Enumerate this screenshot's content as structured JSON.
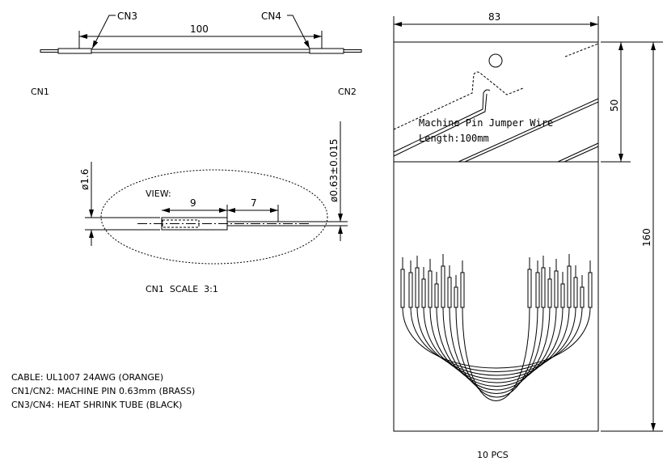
{
  "top_view": {
    "length_dim": "100",
    "cn3": "CN3",
    "cn4": "CN4",
    "cn1": "CN1",
    "cn2": "CN2"
  },
  "detail_view": {
    "view_label": "VIEW:",
    "dim_tube": "9",
    "dim_pin": "7",
    "dim_cable_dia": "ø1.6",
    "dim_pin_dia": "ø0.63±0.015",
    "caption": "CN1  SCALE  3:1"
  },
  "notes": [
    "CABLE: UL1007 24AWG (ORANGE)",
    "CN1/CN2: MACHINE PIN 0.63mm (BRASS)",
    "CN3/CN4: HEAT SHRINK TUBE (BLACK)"
  ],
  "package": {
    "width_dim": "83",
    "header_dim": "50",
    "height_dim": "160",
    "label_line1": "Machine Pin Jumper Wire",
    "label_line2": "Length:100mm",
    "quantity": "10 PCS"
  }
}
